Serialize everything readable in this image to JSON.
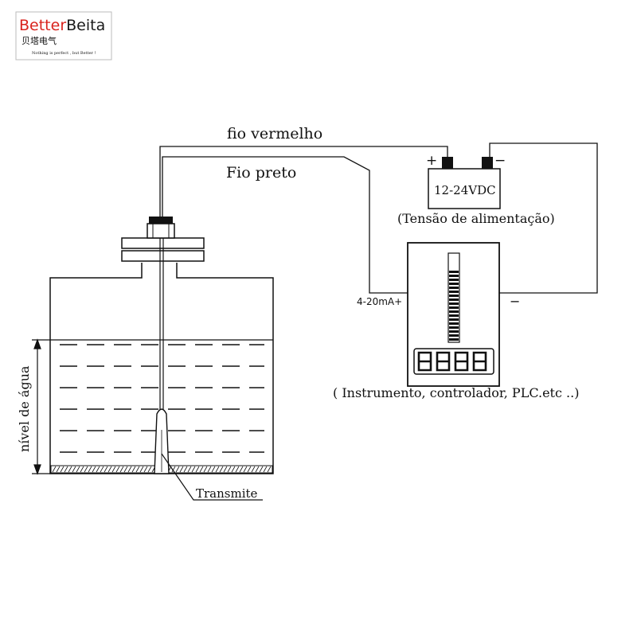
{
  "logo": {
    "brand_a": "Better",
    "brand_b": "Beita",
    "chinese": "贝塔电气",
    "tagline": "Nothing is perfect , but Better !"
  },
  "labels": {
    "red_wire": "fio vermelho",
    "black_wire": "Fio preto",
    "plus": "+",
    "minus_top": "−",
    "supply_voltage": "12-24VDC",
    "supply_caption": "(Tensão de alimentação)",
    "signal": "4-20mA+",
    "minus_right": "−",
    "display_value": "8888",
    "instrument_caption": "( Instrumento, controlador, PLC.etc ..)",
    "water_level": "nível de água",
    "transmitter": "Transmite"
  },
  "colors": {
    "brand_red": "#d9231d",
    "brand_dark": "#1a1a1a",
    "ink": "#111111"
  },
  "icons": [
    "logo",
    "battery",
    "pressure-transmitter",
    "bar-graph",
    "seven-segment-display"
  ]
}
